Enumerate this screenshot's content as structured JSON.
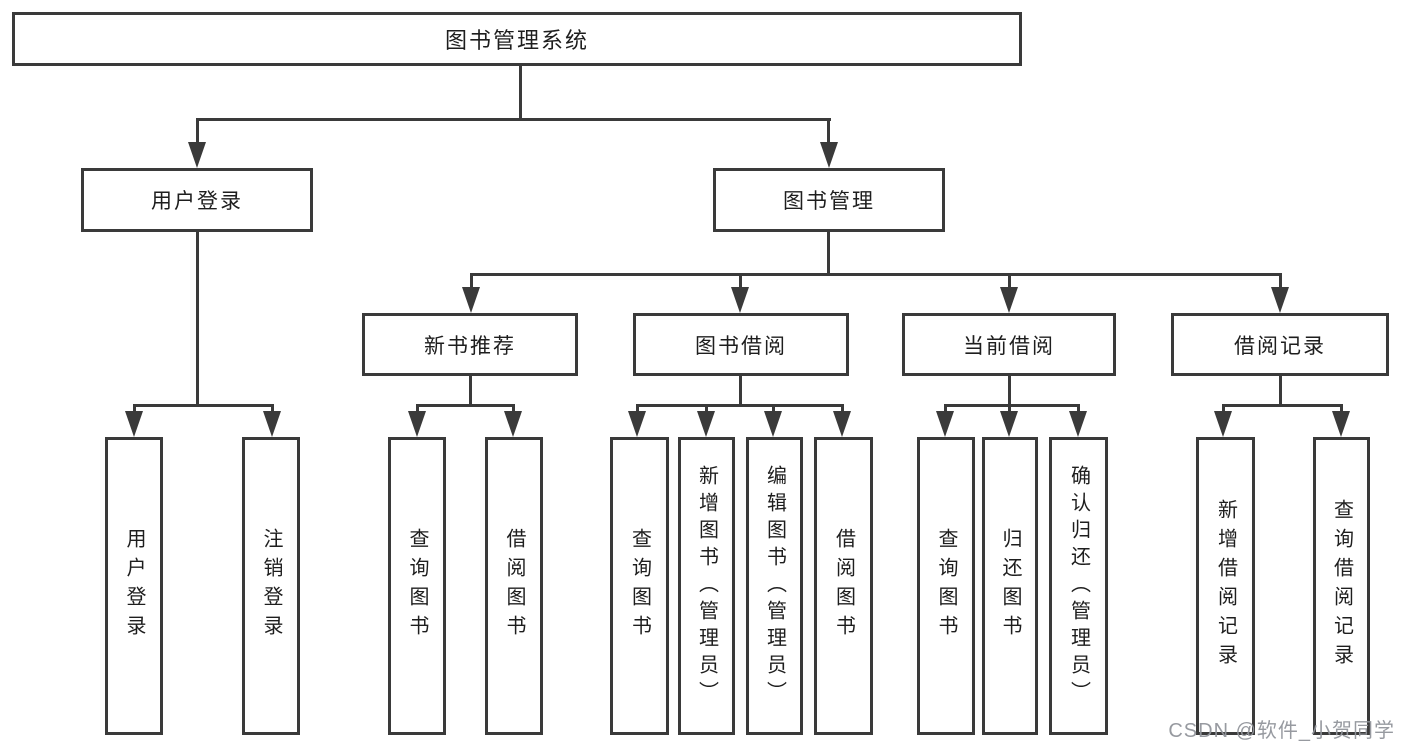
{
  "nodes": {
    "root": "图书管理系统",
    "user_login": "用户登录",
    "book_mgmt": "图书管理",
    "new_books": "新书推荐",
    "book_borrow": "图书借阅",
    "current_borrow": "当前借阅",
    "borrow_records": "借阅记录",
    "leaf_user_login": "用户登录",
    "leaf_logout": "注销登录",
    "leaf_nb_query": "查询图书",
    "leaf_nb_borrow": "借阅图书",
    "leaf_bb_query": "查询图书",
    "leaf_bb_add": "新增图书（管理员）",
    "leaf_bb_edit": "编辑图书（管理员）",
    "leaf_bb_borrow": "借阅图书",
    "leaf_cb_query": "查询图书",
    "leaf_cb_return": "归还图书",
    "leaf_cb_confirm": "确认归还（管理员）",
    "leaf_br_add": "新增借阅记录",
    "leaf_br_query": "查询借阅记录"
  },
  "watermark": "CSDN @软件_小贺同学",
  "colors": {
    "line": "#3a3a3a",
    "text": "#1e1e1e",
    "watermark": "#91959b",
    "background": "#ffffff"
  }
}
